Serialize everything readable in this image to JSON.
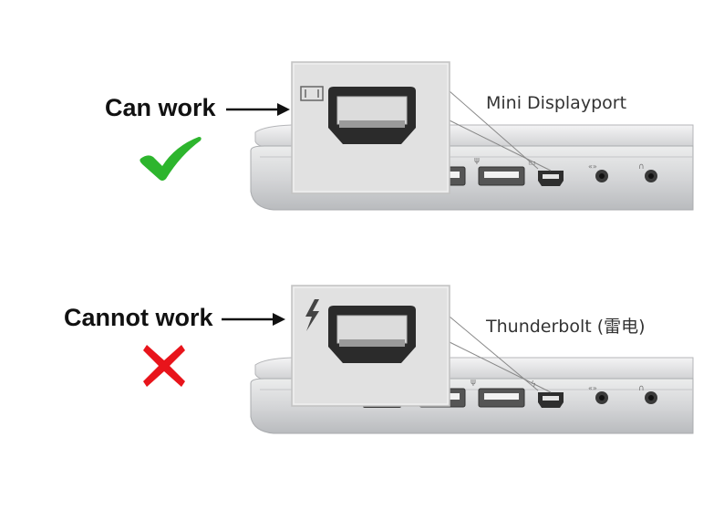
{
  "rows": [
    {
      "status_label": "Can work",
      "port_name": "Mini Displayport",
      "port_symbol": "displayport-icon",
      "verdict_icon": "check-icon",
      "verdict_color": "#2db52d"
    },
    {
      "status_label": "Cannot work",
      "port_name": "Thunderbolt (雷电)",
      "port_symbol": "thunderbolt-icon",
      "verdict_icon": "cross-icon",
      "verdict_color": "#e8141b"
    }
  ],
  "colors": {
    "laptop_body": "#d7d8da",
    "laptop_edge": "#a9abae",
    "port_dark": "#2a2a2a",
    "callout_box": "#e3e3e3"
  }
}
